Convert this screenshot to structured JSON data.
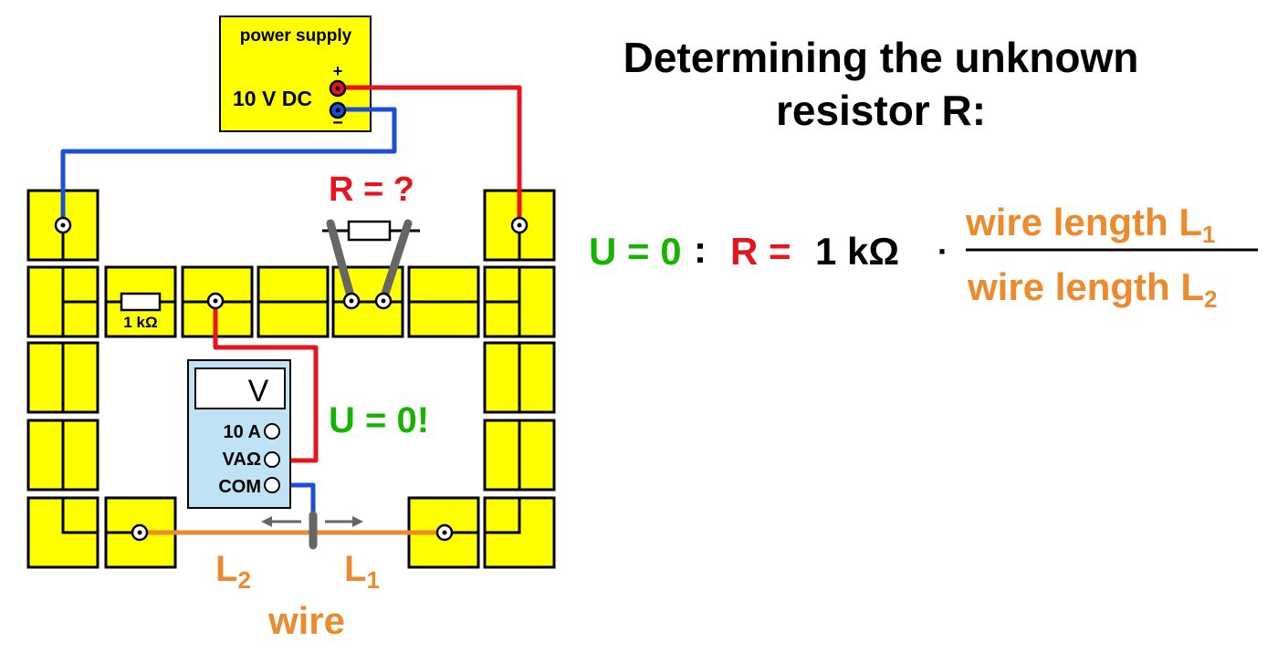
{
  "title": {
    "line1": "Determining the unknown",
    "line2": "resistor R:"
  },
  "power_supply": {
    "label": "power supply",
    "voltage": "10 V DC",
    "plus": "+",
    "minus": "−"
  },
  "unknown_resistor": {
    "label": "R = ?"
  },
  "reference_resistor": {
    "label": "1 kΩ"
  },
  "voltmeter": {
    "display": "V",
    "port_10a": "10 A",
    "port_vaohm": "VAΩ",
    "port_com": "COM"
  },
  "balance_note": "U = 0!",
  "wire": {
    "label": "wire",
    "segment_left": "L",
    "segment_left_sub": "2",
    "segment_right": "L",
    "segment_right_sub": "1"
  },
  "formula": {
    "condition": "U = 0",
    "colon": ":",
    "lhs": "R =",
    "constant": "1 kΩ",
    "dot": "·",
    "numerator": "wire length L",
    "numerator_sub": "1",
    "denominator": "wire length L",
    "denominator_sub": "2"
  },
  "colors": {
    "block_fill": "#ffff00",
    "red_wire": "#e8141b",
    "blue_wire": "#1a4fd6",
    "orange": "#ec8a2c",
    "green": "#16b400",
    "meter_body": "#bfe3f5"
  }
}
